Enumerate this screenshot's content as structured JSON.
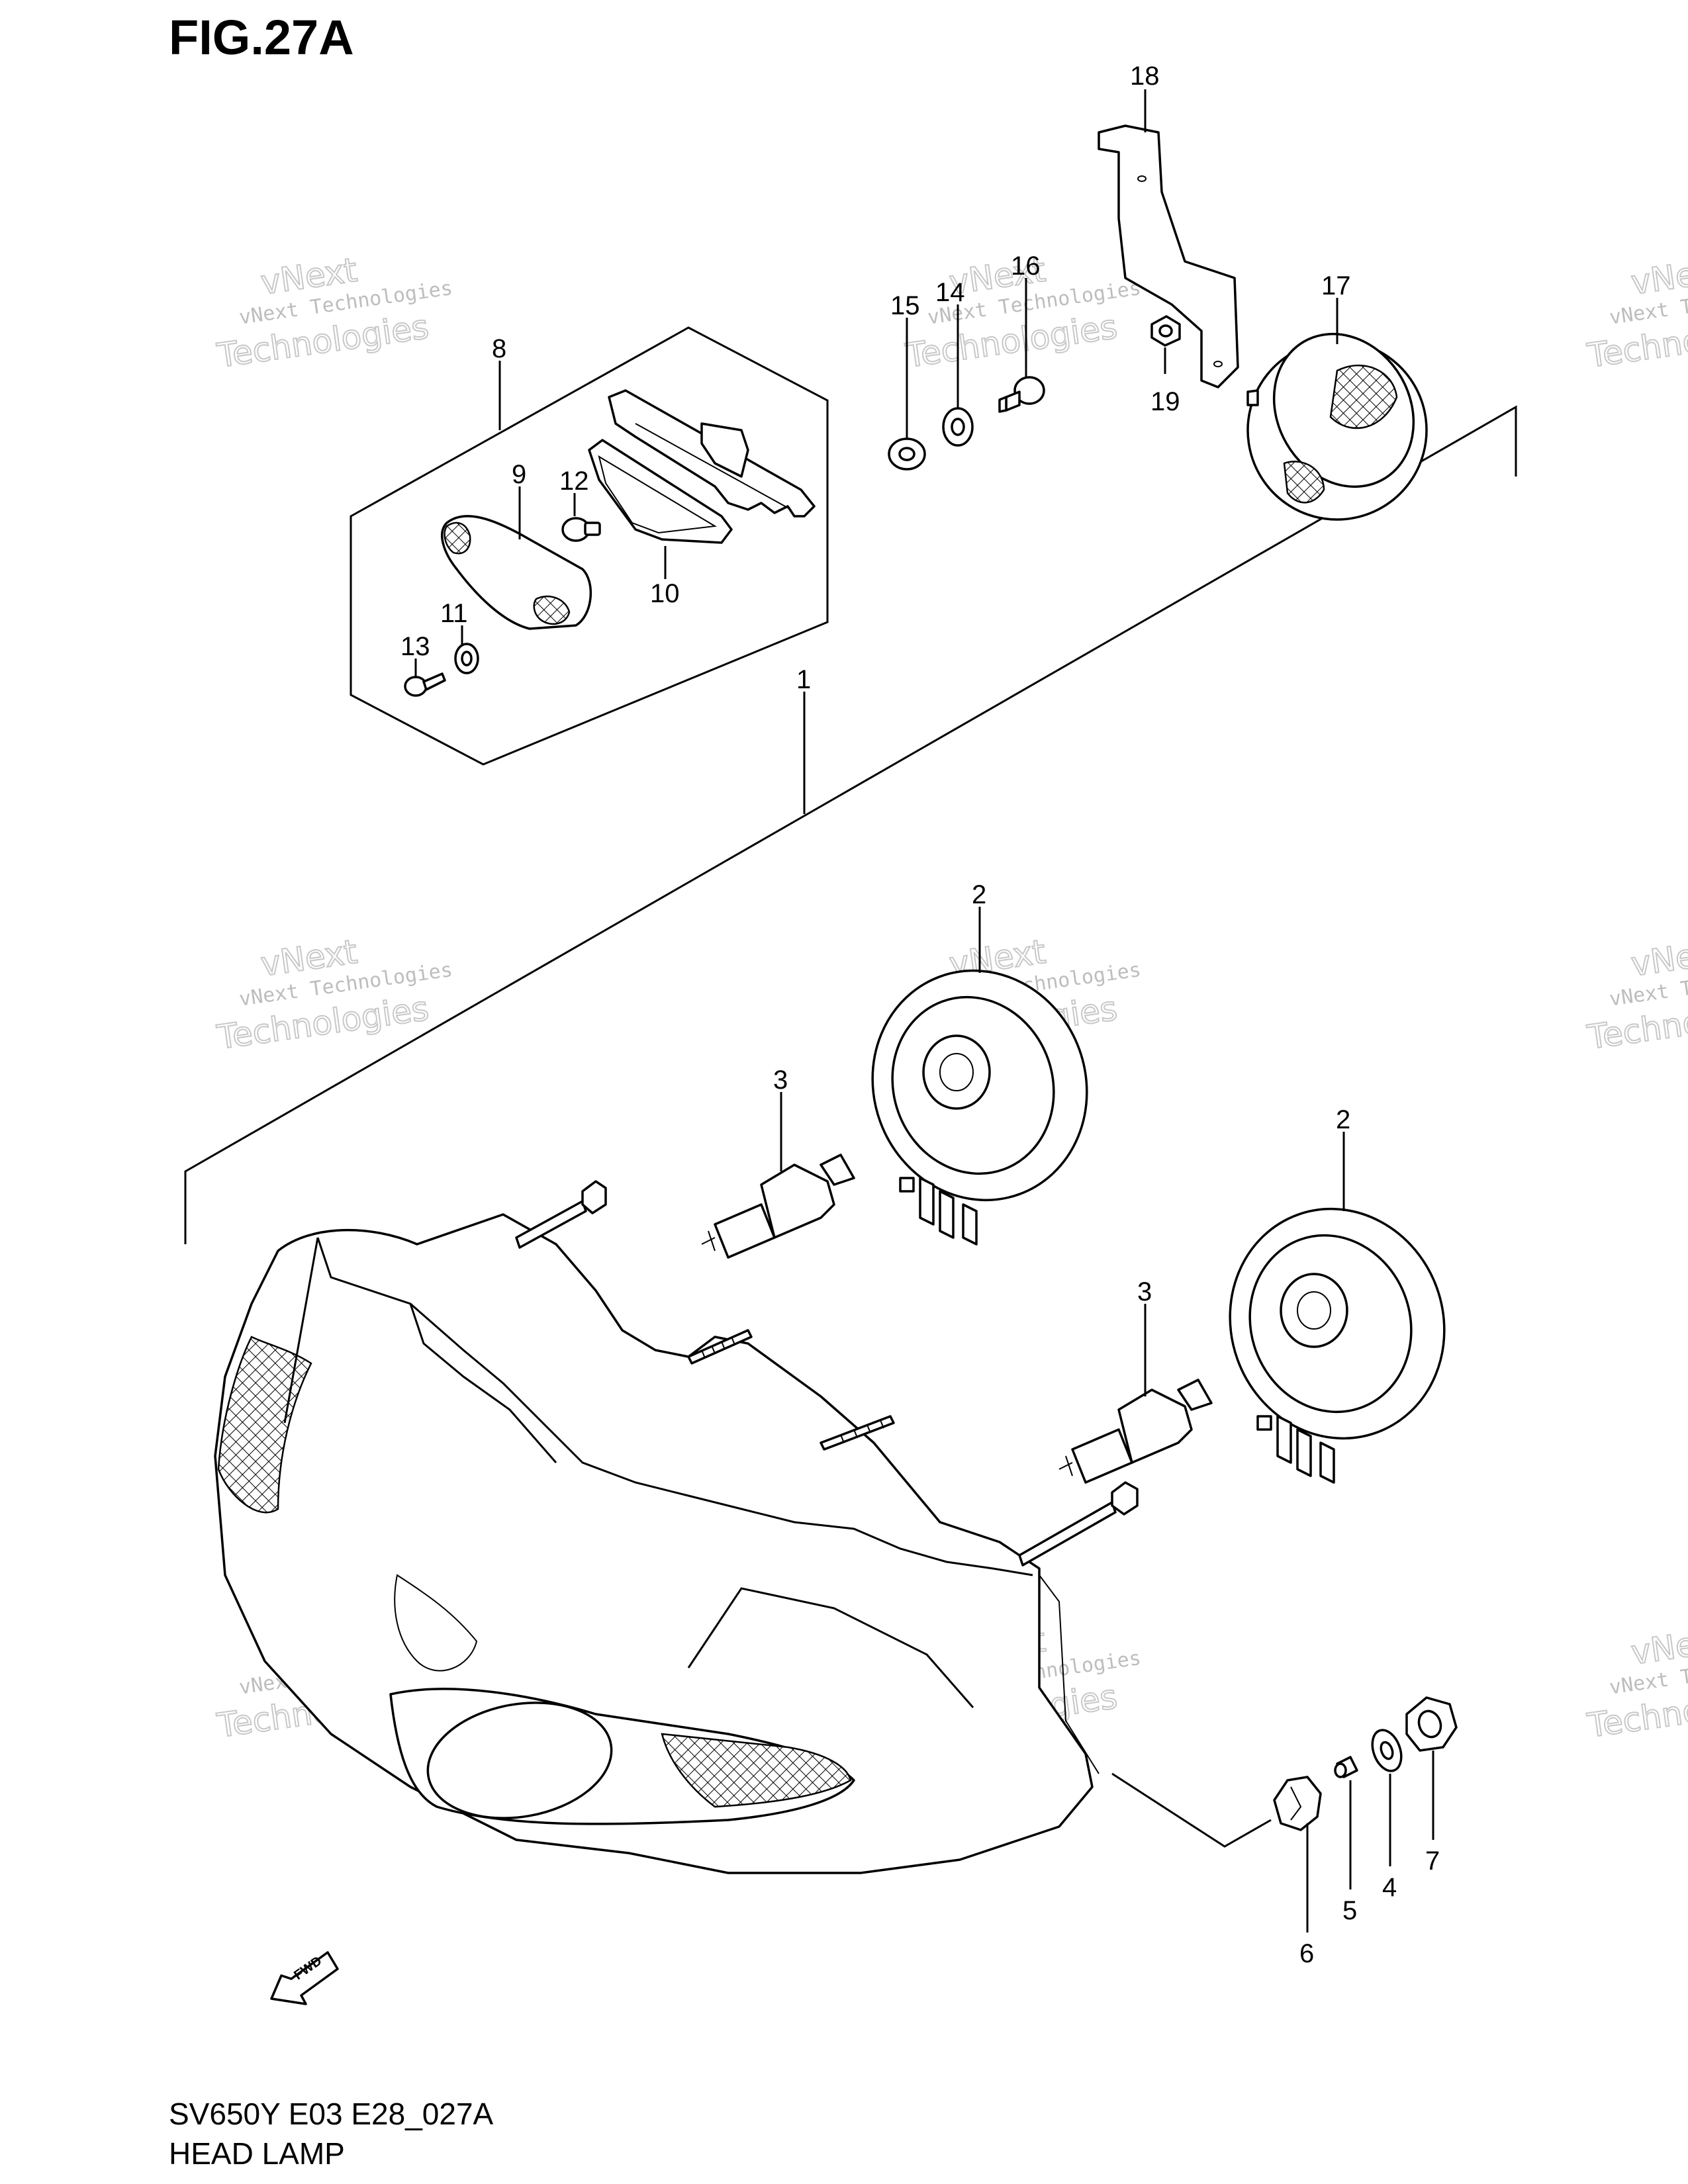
{
  "figure_title": "FIG.27A",
  "model_code": "SV650Y E03 E28_027A",
  "section_name": "HEAD LAMP",
  "fwd_label": "FWD",
  "watermark": {
    "line1": "vNext Technologies",
    "line2": "vNext",
    "line3": "Technologies"
  },
  "callouts": {
    "c1": "1",
    "c2a": "2",
    "c2b": "2",
    "c3a": "3",
    "c3b": "3",
    "c4": "4",
    "c5": "5",
    "c6": "6",
    "c7": "7",
    "c8": "8",
    "c9": "9",
    "c10": "10",
    "c11": "11",
    "c12": "12",
    "c13": "13",
    "c14": "14",
    "c15": "15",
    "c16": "16",
    "c17": "17",
    "c18": "18",
    "c19": "19"
  }
}
